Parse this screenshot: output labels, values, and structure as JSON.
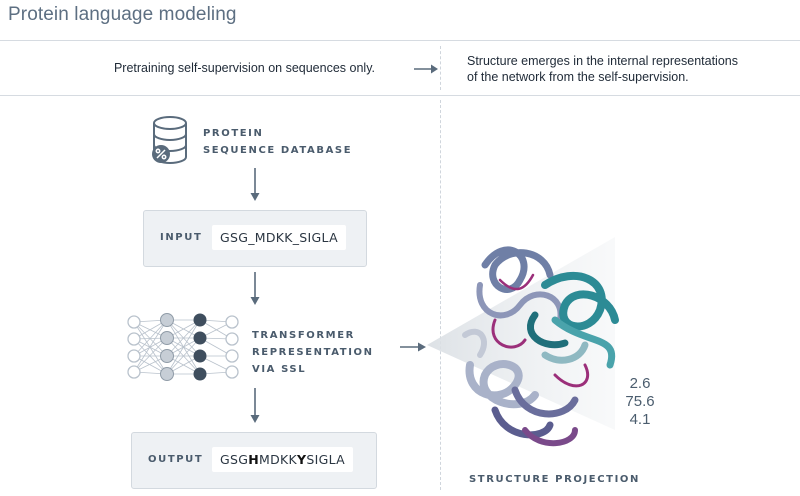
{
  "title": "Protein language modeling",
  "header": {
    "left_text": "Pretraining self-supervision on sequences only.",
    "right_text_line1": "Structure emerges in the internal representations",
    "right_text_line2": "of the network from the self-supervision."
  },
  "database": {
    "label_line1": "PROTEIN",
    "label_line2": "SEQUENCE DATABASE",
    "icon": "database-icon"
  },
  "input": {
    "label": "INPUT",
    "sequence": "GSG_MDKK_SIGLA"
  },
  "transformer": {
    "label_line1": "TRANSFORMER",
    "label_line2": "REPRESENTATION",
    "label_line3": "VIA SSL",
    "icon": "neural-network-icon"
  },
  "output": {
    "label": "OUTPUT",
    "seq_part1": "GSG",
    "seq_bold1": "H",
    "seq_part2": "MDKK",
    "seq_bold2": "Y",
    "seq_part3": "SIGLA"
  },
  "structure": {
    "caption": "STRUCTURE PROJECTION",
    "values": [
      "2.6",
      "75.6",
      "4.1"
    ]
  },
  "colors": {
    "accent": "#5a6b7c",
    "teal": "#1f7a87",
    "purple": "#5b5d8f",
    "magenta": "#9b2f7a"
  }
}
